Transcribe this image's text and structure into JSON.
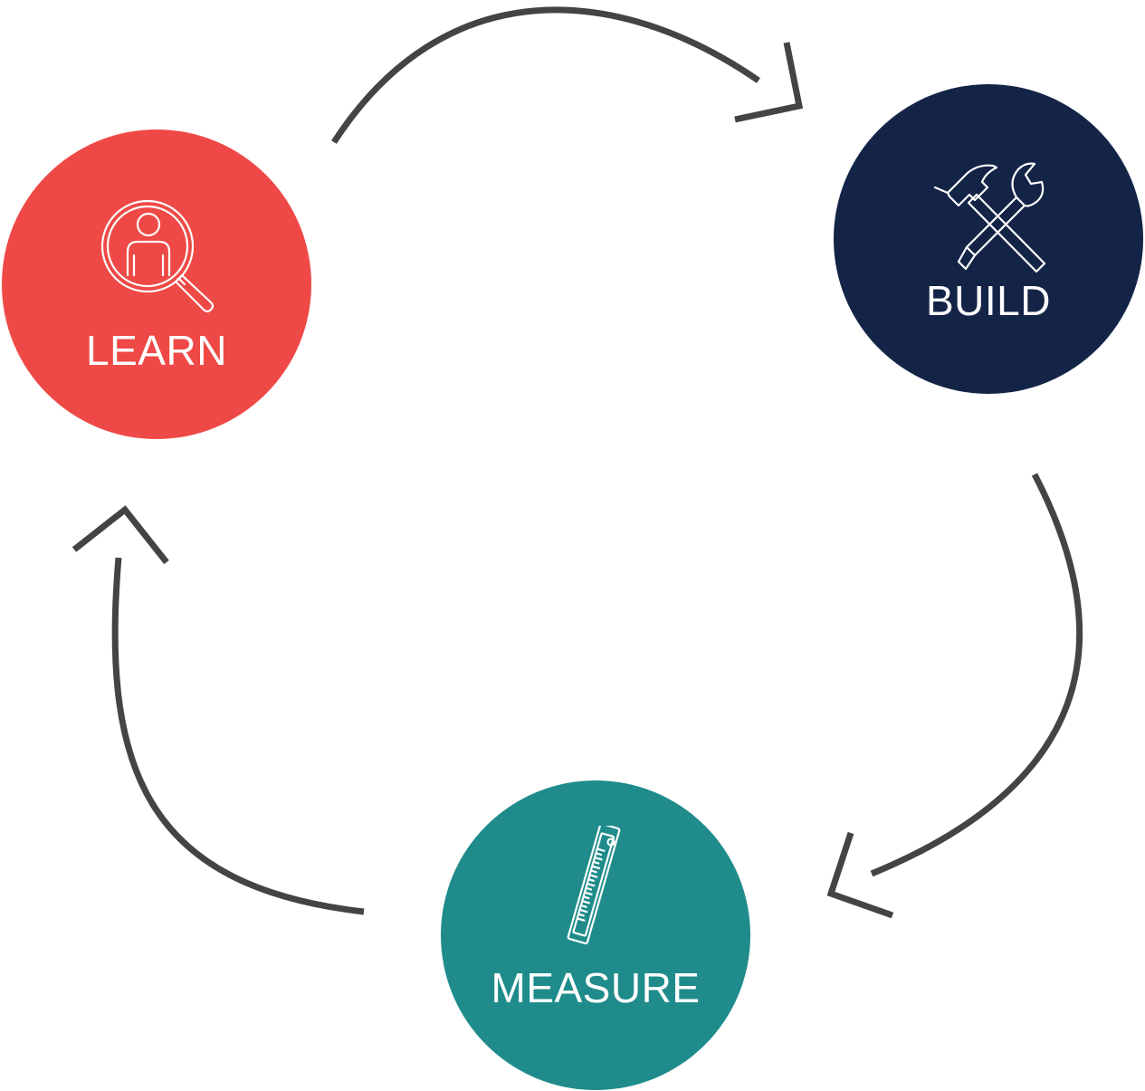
{
  "colors": {
    "learn": "#ee4946",
    "build": "#132447",
    "measure": "#1f8b8b",
    "arrow": "#444444",
    "icon_stroke": "#ffffff"
  },
  "nodes": {
    "learn": {
      "label": "LEARN",
      "icon": "user-search-icon"
    },
    "build": {
      "label": "BUILD",
      "icon": "hammer-wrench-icon"
    },
    "measure": {
      "label": "MEASURE",
      "icon": "ruler-icon"
    }
  },
  "edges": [
    {
      "from": "learn",
      "to": "build"
    },
    {
      "from": "build",
      "to": "measure"
    },
    {
      "from": "measure",
      "to": "learn"
    }
  ]
}
